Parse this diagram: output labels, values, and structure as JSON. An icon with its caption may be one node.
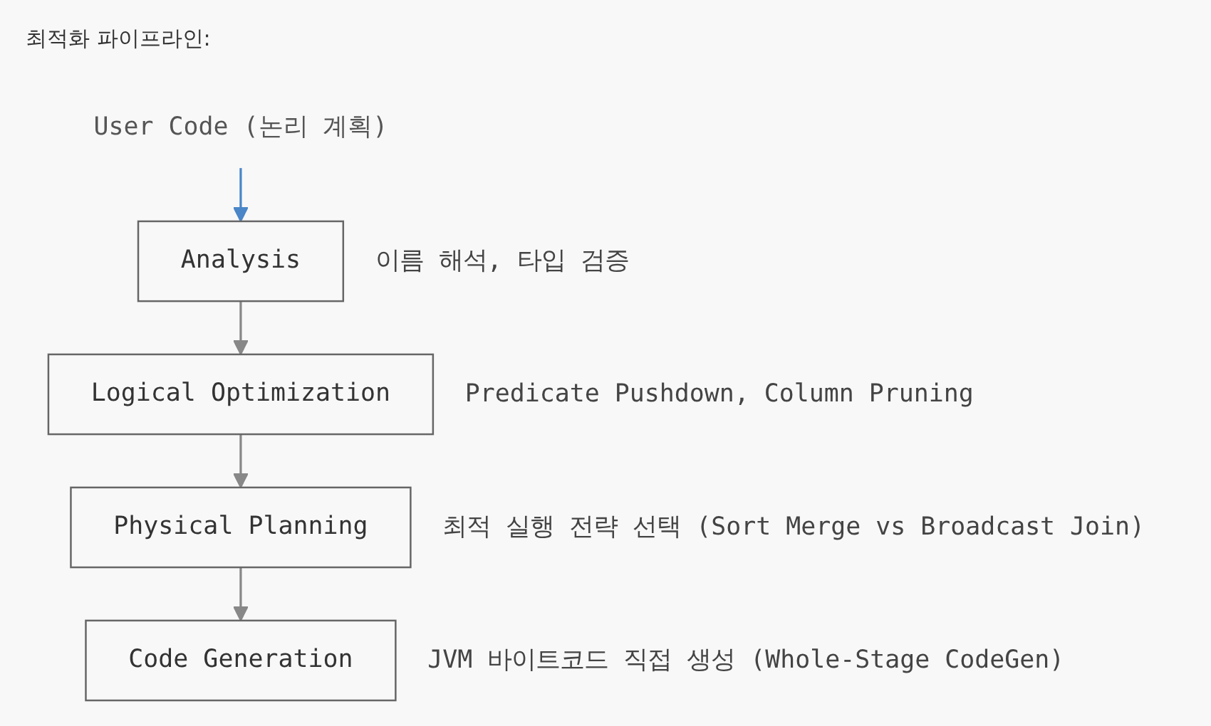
{
  "diagram": {
    "title": "최적화 파이프라인:",
    "nodes": [
      {
        "text": [
          "User Code (논리 계획)"
        ]
      },
      {
        "text": [
          "Analysis"
        ],
        "beside": [
          "이름 해석, 타입 검증"
        ]
      },
      {
        "text": [
          "Logical Optimization"
        ],
        "beside": [
          "Predicate Pushdown, Column Pruning"
        ]
      },
      {
        "text": [
          "Physical Planning"
        ],
        "beside": [
          "최적 실행 전략 선택 (Sort Merge vs Broadcast Join)"
        ]
      },
      {
        "text": [
          "Code Generation"
        ],
        "beside": [
          "JVM 바이트코드 직접 생성 (Whole-Stage CodeGen)"
        ]
      }
    ],
    "edges": [
      {
        "from": 0,
        "to": 1,
        "arrow": "to",
        "color": "#4a86c8"
      },
      {
        "from": 1,
        "to": 2,
        "arrow": "to"
      },
      {
        "from": 2,
        "to": 3,
        "arrow": "to"
      },
      {
        "from": 3,
        "to": 4,
        "arrow": "to"
      }
    ]
  }
}
